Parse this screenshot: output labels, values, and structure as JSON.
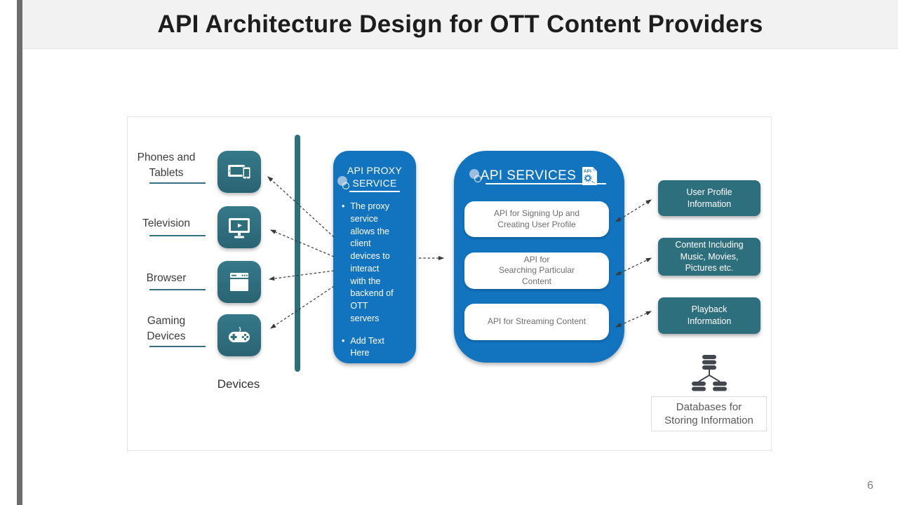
{
  "slide": {
    "title": "API Architecture Design for OTT Content Providers",
    "page_number": "6"
  },
  "devices": {
    "section_label": "Devices",
    "items": [
      {
        "label": "Phones and\nTablets",
        "icon": "tablet-phone-icon"
      },
      {
        "label": "Television",
        "icon": "television-icon"
      },
      {
        "label": "Browser",
        "icon": "browser-icon"
      },
      {
        "label": "Gaming\nDevices",
        "icon": "gamepad-icon"
      }
    ]
  },
  "proxy": {
    "title_line1": "API PROXY",
    "title_line2": "SERVICE",
    "bullet_glyph": "•",
    "bullets": [
      "The proxy\nservice\nallows the\nclient\ndevices to\ninteract\nwith the\nbackend of\nOTT\nservers",
      "Add Text\nHere"
    ]
  },
  "services": {
    "title": "API SERVICES",
    "icon": "api-document-icon",
    "items": [
      "API for Signing Up and\nCreating User Profile",
      "API for\nSearching Particular\nContent",
      "API for Streaming Content"
    ]
  },
  "outputs": [
    "User Profile\nInformation",
    "Content Including\nMusic, Movies,\nPictures etc.",
    "Playback\nInformation"
  ],
  "database": {
    "icon": "database-cluster-icon",
    "label": "Databases for\nStoring Information"
  },
  "colors": {
    "accent_blue": "#1273bf",
    "accent_teal": "#2e6f7e",
    "arrow": "#3a3a3a",
    "icon_gray": "#41474c",
    "header_band": "#f2f2f2"
  }
}
